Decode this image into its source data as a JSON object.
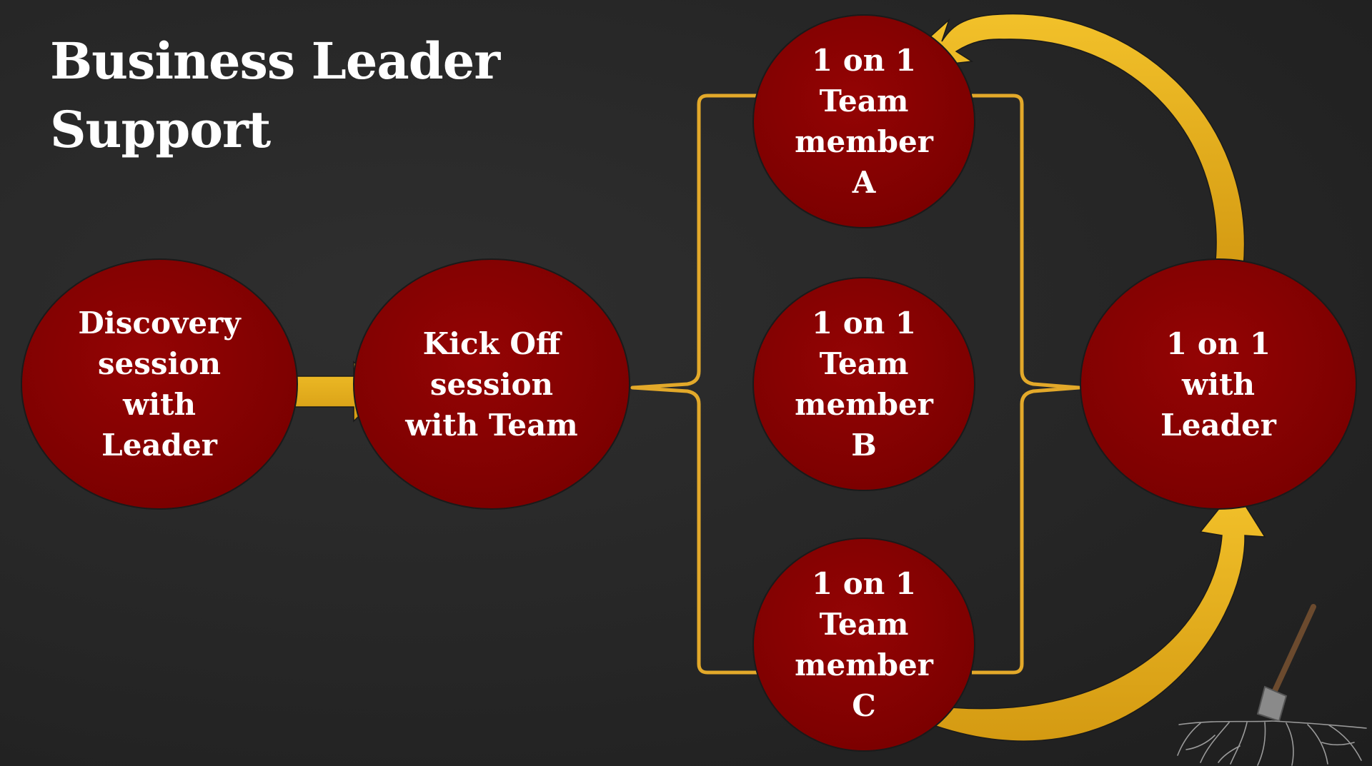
{
  "title": {
    "line1": "Business Leader",
    "line2": "Support"
  },
  "nodes": {
    "discovery": "Discovery\nsession\nwith\nLeader",
    "kickoff": "Kick Off\nsession\nwith Team",
    "member_a": "1 on 1\nTeam\nmember\nA",
    "member_b": "1 on 1\nTeam\nmember\nB",
    "member_c": "1 on 1\nTeam\nmember\nC",
    "leader": "1 on 1\nwith\nLeader"
  },
  "colors": {
    "background": "#262626",
    "node_fill": "#8b0000",
    "node_stroke": "#1a1a1a",
    "arrow": "#e8b11c",
    "bracket": "#e3a92a",
    "text": "#ffffff"
  },
  "icons": [
    "shovel-icon"
  ]
}
